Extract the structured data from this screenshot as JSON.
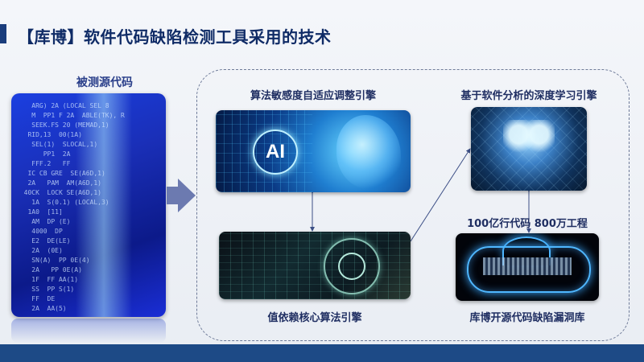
{
  "title": "【库博】软件代码缺陷检测工具采用的技术",
  "left": {
    "label": "被测源代码",
    "code_lines": [
      "    ARG) 2A (LOCAL SEL 8",
      "    M  PP1 F 2A  ABLE(TK), R",
      "    SEEK.FS 20 (MEMAD,1)",
      "   RID,13  00(1A)",
      "    SEL(1)  SLOCAL,1)",
      "       PP1  2A",
      "    FFF.2   FF",
      "   IC CB GRE  SE(A6D,1)",
      "   2A   PAM  AM(A6D,1)",
      "  40CK  LOCK SE(A6D,1)",
      "    1A  S(0.1) (LOCAL,3)",
      "   1A0  [11]",
      "    AM  DP (E)",
      "    4000  DP",
      "    E2  DE(LE)",
      "    2A  (0E)",
      "    SN(A)  PP 0E(4)",
      "    2A   PP 0E(A)",
      "    1F  FF AA(1)",
      "    SS  PP S(1)",
      "    FF  DE",
      "    2A  AA(5)"
    ]
  },
  "engines": {
    "sensitivity": "算法敏感度自适应调整引擎",
    "dependency": "值依赖核心算法引擎",
    "deep_learning": "基于软件分析的深度学习引擎",
    "stats": "100亿行代码 800万工程",
    "library": "库博开源代码缺陷漏洞库"
  },
  "ai_badge": "AI",
  "colors": {
    "title": "#0f2b66",
    "footer": "#1d4a86",
    "label": "#1f2e62",
    "left_label": "#2a3f8a",
    "arrow": "#6c7ab0"
  }
}
